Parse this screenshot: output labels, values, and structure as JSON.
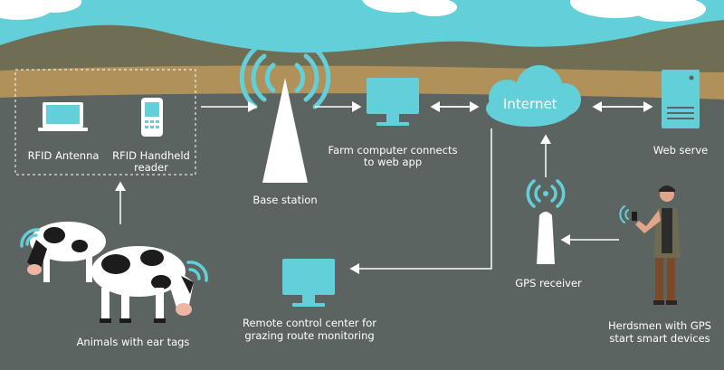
{
  "labels": {
    "rfid_antenna": "RFID Antenna",
    "rfid_reader_line1": "RFID Handheld",
    "rfid_reader_line2": "reader",
    "base_station": "Base station",
    "farm_computer_line1": "Farm computer connects",
    "farm_computer_line2": "to web app",
    "internet": "Internet",
    "web_server": "Web serve",
    "gps_receiver": "GPS receiver",
    "remote_center_line1": "Remote control center for",
    "remote_center_line2": "grazing route monitoring",
    "animals": "Animals with ear tags",
    "herdsmen_line1": "Herdsmen with GPS",
    "herdsmen_line2": "start smart devices"
  },
  "colors": {
    "sky": "#63cfd8",
    "hills": "#6f6e54",
    "soil": "#b0915a",
    "ground": "#5c6461",
    "device": "#63cfd8",
    "arrow": "#ffffff"
  }
}
